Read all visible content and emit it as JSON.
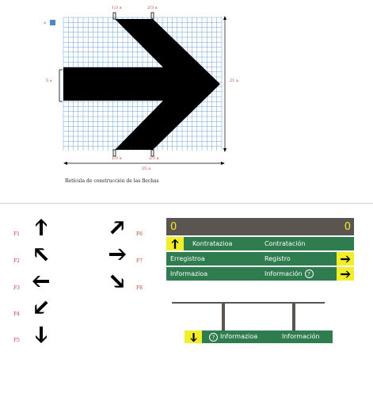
{
  "grid": {
    "caption": "Retícula de construcción de las flechas",
    "unit_label": "a",
    "dim_top_left": "1/3 a",
    "dim_top_right": "2/3 a",
    "dim_bottom_left": "1/3 a",
    "dim_bottom_right": "2/3 a",
    "dim_left": "5 a",
    "dim_right": "21 a",
    "dim_bottom": "25 a",
    "accent_color": "#4a86c8",
    "grid_color": "#6aa0d8"
  },
  "arrows": [
    {
      "label": "F1",
      "icon": "arrow-up-icon"
    },
    {
      "label": "F2",
      "icon": "arrow-up-left-icon"
    },
    {
      "label": "F3",
      "icon": "arrow-left-icon"
    },
    {
      "label": "F4",
      "icon": "arrow-down-left-icon"
    },
    {
      "label": "F5",
      "icon": "arrow-down-icon"
    },
    {
      "label": "F6",
      "icon": "arrow-up-right-icon"
    },
    {
      "label": "F7",
      "icon": "arrow-right-icon"
    },
    {
      "label": "F8",
      "icon": "arrow-down-right-icon"
    }
  ],
  "sign": {
    "header_left": "0",
    "header_right": "0",
    "rows": [
      {
        "left": "Kontratazioa",
        "right": "Contratación",
        "arrow": "arrow-up-icon"
      },
      {
        "left": "Erregistroa",
        "right": "Registro",
        "arrow": "arrow-right-icon"
      },
      {
        "left": "Informazioa",
        "right": "Información",
        "arrow": "arrow-right-icon"
      }
    ],
    "hanging": {
      "left": "Informazioa",
      "right": "Información",
      "arrow": "arrow-down-icon"
    },
    "colors": {
      "header": "#5b5552",
      "green": "#2f7c4e",
      "yellow": "#f2ee2a",
      "post": "#5b5552"
    }
  }
}
